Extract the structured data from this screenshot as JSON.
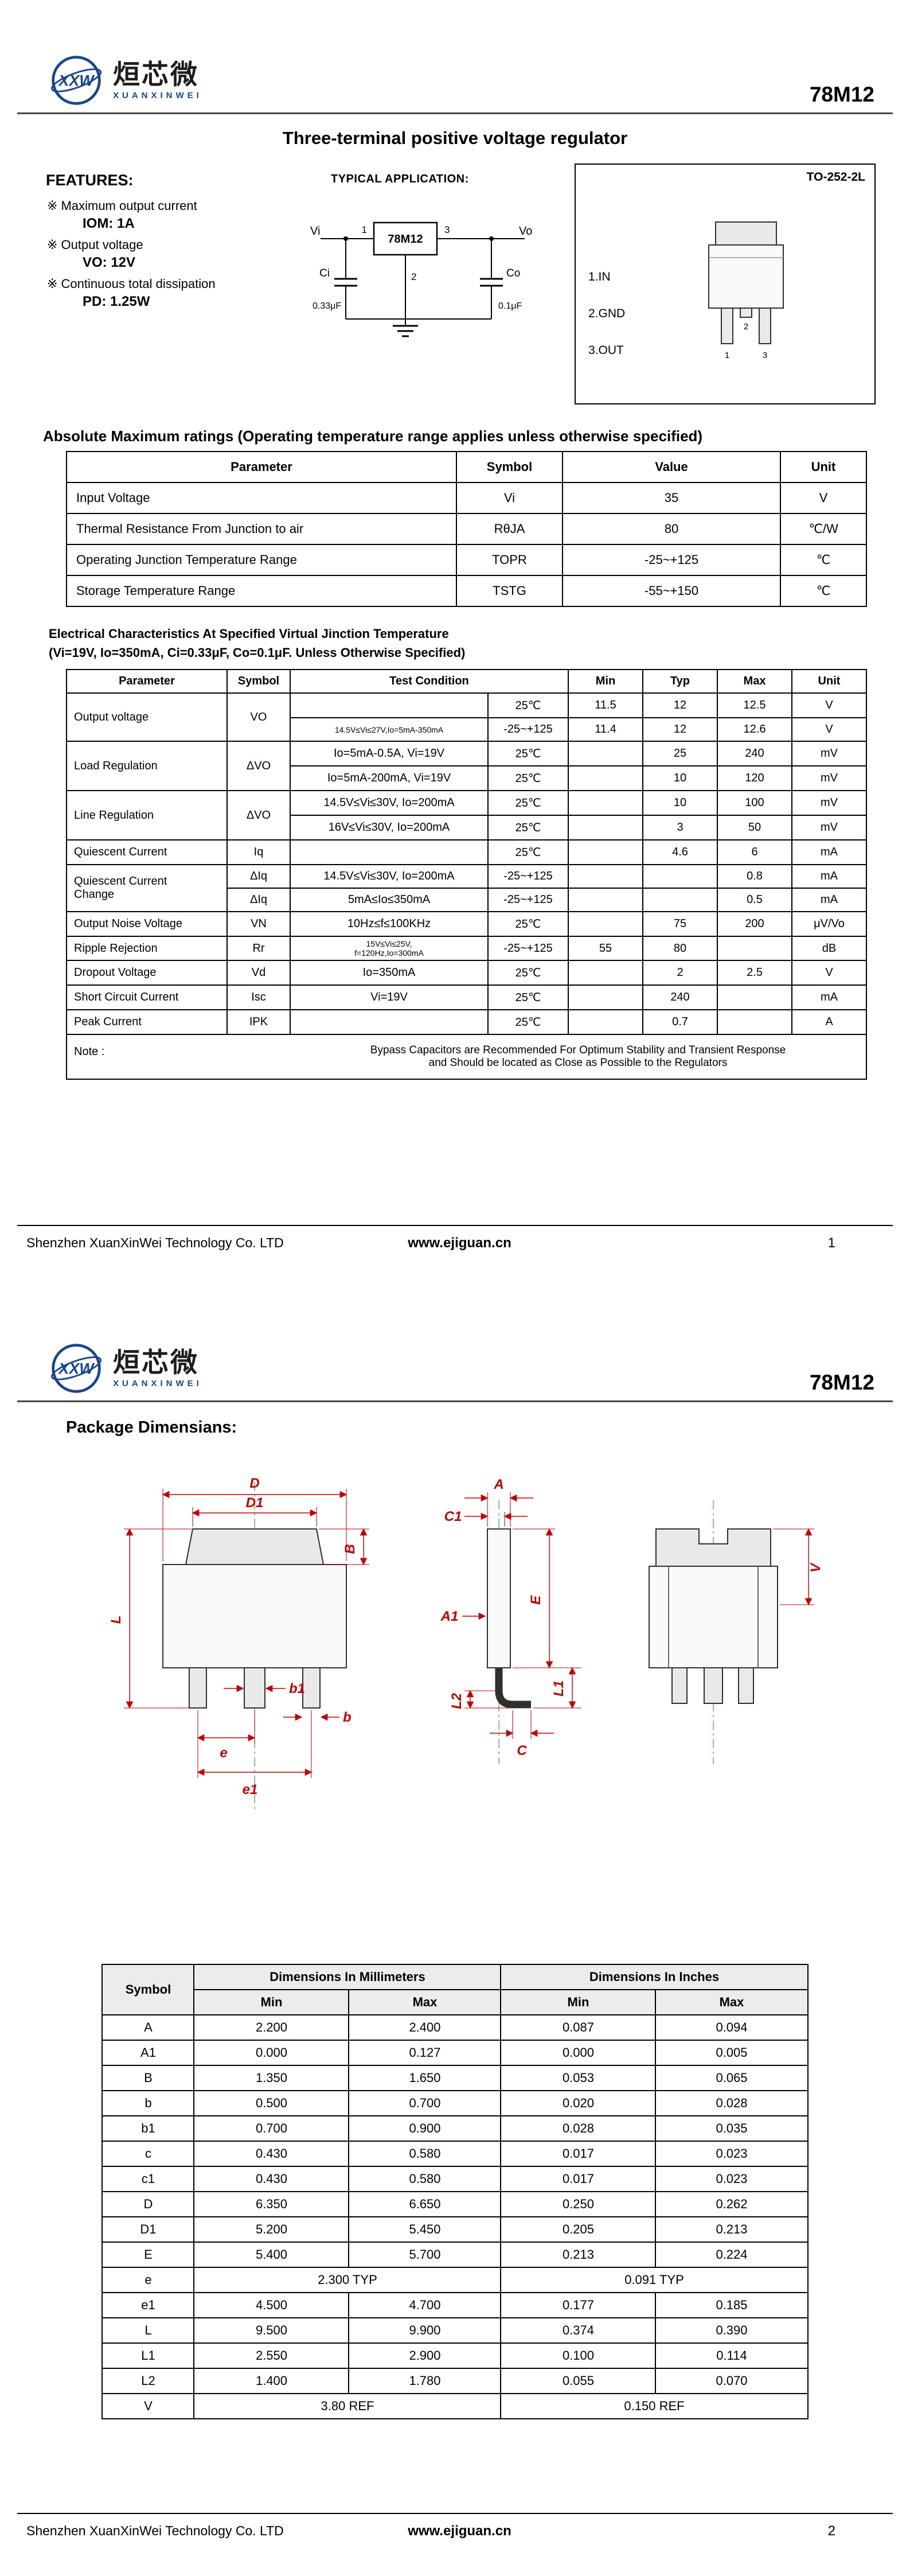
{
  "logo": {
    "monogram": "XXW",
    "brand": "烜芯微",
    "brand_sub": "XUANXINWEI"
  },
  "part_number": "78M12",
  "footer": {
    "company": "Shenzhen XuanXinWei Technology Co. LTD",
    "website": "www.ejiguan.cn"
  },
  "page1": {
    "page_no": "1",
    "title": "Three-terminal positive voltage regulator",
    "features": {
      "heading": "FEATURES:",
      "items": [
        {
          "text": "※ Maximum output current",
          "value": "IOM: 1A"
        },
        {
          "text": "※ Output voltage",
          "value": "VO: 12V"
        },
        {
          "text": "※ Continuous total dissipation",
          "value": "PD: 1.25W"
        }
      ]
    },
    "application": {
      "heading": "TYPICAL  APPLICATION:",
      "vi": "Vi",
      "vo": "Vo",
      "chip": "78M12",
      "pin1": "1",
      "pin2": "2",
      "pin3": "3",
      "ci": "Ci",
      "ci_val": "0.33μF",
      "co": "Co",
      "co_val": "0.1μF"
    },
    "package": {
      "name": "TO-252-2L",
      "pin1": "1.IN",
      "pin2": "2.GND",
      "pin3": "3.OUT",
      "lead1": "1",
      "lead2": "2",
      "lead3": "3"
    },
    "abs_max": {
      "heading": "Absolute Maximum ratings",
      "heading_note": "(Operating temperature range applies unless otherwise specified)",
      "table": {
        "head": [
          [
            "Parameter",
            "Symbol",
            "Value",
            "Unit"
          ]
        ],
        "rows": [
          [
            {
              "t": "Input  Voltage",
              "cls": "pl"
            },
            "Vi",
            "35",
            "V"
          ],
          [
            {
              "t": "Thermal Resistance From Junction to air",
              "cls": "pl"
            },
            "RθJA",
            "80",
            "℃/W"
          ],
          [
            {
              "t": "Operating Junction Temperature Range",
              "cls": "pl"
            },
            "TOPR",
            "-25~+125",
            "℃"
          ],
          [
            {
              "t": "Storage Temperature Range",
              "cls": "pl"
            },
            "TSTG",
            "-55~+150",
            "℃"
          ]
        ]
      }
    },
    "elec": {
      "heading1": "Electrical  Characteristics At Specified Virtual Jinction Temperature",
      "heading2": "(Vi=19V, Io=350mA, Ci=0.33μF, Co=0.1μF.  Unless Otherwise Specified)",
      "table": {
        "head": [
          [
            {
              "t": "Parameter"
            },
            {
              "t": "Symbol"
            },
            {
              "t": "Test Condition",
              "cs": 2
            },
            {
              "t": "Min"
            },
            {
              "t": "Typ"
            },
            {
              "t": "Max"
            },
            {
              "t": "Unit"
            }
          ]
        ],
        "rows": [
          [
            {
              "t": "Output voltage",
              "cls": "pl",
              "rs": 2
            },
            {
              "t": "VO",
              "rs": 2
            },
            {
              "t": ""
            },
            {
              "t": "25℃"
            },
            {
              "t": "11.5"
            },
            {
              "t": "12"
            },
            {
              "t": "12.5"
            },
            {
              "t": "V"
            }
          ],
          [
            {
              "t": "14.5V≤Vi≤27V,Io=5mA-350mA",
              "cls": "xs"
            },
            {
              "t": "-25~+125"
            },
            {
              "t": "11.4"
            },
            {
              "t": "12"
            },
            {
              "t": "12.6"
            },
            {
              "t": "V"
            }
          ],
          [
            {
              "t": "Load  Regulation",
              "cls": "pl",
              "rs": 2
            },
            {
              "t": "ΔVO",
              "rs": 2
            },
            {
              "t": "Io=5mA-0.5A, Vi=19V"
            },
            {
              "t": "25℃"
            },
            {
              "t": ""
            },
            {
              "t": "25"
            },
            {
              "t": "240"
            },
            {
              "t": "mV"
            }
          ],
          [
            {
              "t": "Io=5mA-200mA, Vi=19V"
            },
            {
              "t": "25℃"
            },
            {
              "t": ""
            },
            {
              "t": "10"
            },
            {
              "t": "120"
            },
            {
              "t": "mV"
            }
          ],
          [
            {
              "t": "Line  Regulation",
              "cls": "pl",
              "rs": 2
            },
            {
              "t": "ΔVO",
              "rs": 2
            },
            {
              "t": "14.5V≤Vi≤30V, Io=200mA"
            },
            {
              "t": "25℃"
            },
            {
              "t": ""
            },
            {
              "t": "10"
            },
            {
              "t": "100"
            },
            {
              "t": "mV"
            }
          ],
          [
            {
              "t": "16V≤Vi≤30V, Io=200mA"
            },
            {
              "t": "25℃"
            },
            {
              "t": ""
            },
            {
              "t": "3"
            },
            {
              "t": "50"
            },
            {
              "t": "mV"
            }
          ],
          [
            {
              "t": "Quiescent  Current",
              "cls": "pl"
            },
            {
              "t": "Iq"
            },
            {
              "t": ""
            },
            {
              "t": "25℃"
            },
            {
              "t": ""
            },
            {
              "t": "4.6"
            },
            {
              "t": "6"
            },
            {
              "t": "mA"
            }
          ],
          [
            {
              "t": "Quiescent  Current\nChange",
              "cls": "pl",
              "rs": 2
            },
            {
              "t": "ΔIq"
            },
            {
              "t": "14.5V≤Vi≤30V, Io=200mA"
            },
            {
              "t": "-25~+125"
            },
            {
              "t": ""
            },
            {
              "t": ""
            },
            {
              "t": "0.8"
            },
            {
              "t": "mA"
            }
          ],
          [
            {
              "t": "ΔIq"
            },
            {
              "t": "5mA≤Io≤350mA"
            },
            {
              "t": "-25~+125"
            },
            {
              "t": ""
            },
            {
              "t": ""
            },
            {
              "t": "0.5"
            },
            {
              "t": "mA"
            }
          ],
          [
            {
              "t": "Output  Noise  Voltage",
              "cls": "pl"
            },
            {
              "t": "VN"
            },
            {
              "t": "10Hz≤f≤100KHz"
            },
            {
              "t": "25℃"
            },
            {
              "t": ""
            },
            {
              "t": "75"
            },
            {
              "t": "200"
            },
            {
              "t": "μV/Vo"
            }
          ],
          [
            {
              "t": "Ripple Rejection",
              "cls": "pl"
            },
            {
              "t": "Rr"
            },
            {
              "t": "15V≤Vi≤25V,\nf=120Hz,Io=300mA",
              "cls": "xs"
            },
            {
              "t": "-25~+125"
            },
            {
              "t": "55"
            },
            {
              "t": "80"
            },
            {
              "t": ""
            },
            {
              "t": "dB"
            }
          ],
          [
            {
              "t": "Dropout  Voltage",
              "cls": "pl"
            },
            {
              "t": "Vd"
            },
            {
              "t": "Io=350mA"
            },
            {
              "t": "25℃"
            },
            {
              "t": ""
            },
            {
              "t": "2"
            },
            {
              "t": "2.5"
            },
            {
              "t": "V"
            }
          ],
          [
            {
              "t": "Short  Circuit  Current",
              "cls": "pl"
            },
            {
              "t": "Isc"
            },
            {
              "t": "Vi=19V"
            },
            {
              "t": "25℃"
            },
            {
              "t": ""
            },
            {
              "t": "240"
            },
            {
              "t": ""
            },
            {
              "t": "mA"
            }
          ],
          [
            {
              "t": "Peak  Current",
              "cls": "pl"
            },
            {
              "t": "IPK"
            },
            {
              "t": ""
            },
            {
              "t": "25℃"
            },
            {
              "t": ""
            },
            {
              "t": "0.7"
            },
            {
              "t": ""
            },
            {
              "t": "A"
            }
          ],
          [
            {
              "t": "Note :",
              "cls": "pl nbr",
              "cs": 2
            },
            {
              "t": "Bypass Capacitors are Recommended For Optimum Stability and Transient Response\nand Should be located as Close as Possible to the Regulators",
              "cls": "nbl",
              "cs": 6
            }
          ]
        ]
      }
    }
  },
  "page2": {
    "page_no": "2",
    "heading": "Package Dimensians:",
    "dims": {
      "D": "D",
      "D1": "D1",
      "A": "A",
      "C1": "C1",
      "B": "B",
      "A1": "A1",
      "E": "E",
      "b1": "b1",
      "L": "L",
      "L2": "L2",
      "L1": "L1",
      "b": "b",
      "e": "e",
      "e1": "e1",
      "C": "C",
      "V": "V"
    },
    "dim_table": {
      "head": [
        [
          {
            "t": "Symbol",
            "rs": 2
          },
          {
            "t": "Dimensions In Millimeters",
            "cs": 2
          },
          {
            "t": "Dimensions In Inches",
            "cs": 2
          }
        ],
        [
          "Min",
          "Max",
          "Min",
          "Max"
        ]
      ],
      "rows": [
        [
          "A",
          "2.200",
          "2.400",
          "0.087",
          "0.094"
        ],
        [
          "A1",
          "0.000",
          "0.127",
          "0.000",
          "0.005"
        ],
        [
          "B",
          "1.350",
          "1.650",
          "0.053",
          "0.065"
        ],
        [
          "b",
          "0.500",
          "0.700",
          "0.020",
          "0.028"
        ],
        [
          "b1",
          "0.700",
          "0.900",
          "0.028",
          "0.035"
        ],
        [
          "c",
          "0.430",
          "0.580",
          "0.017",
          "0.023"
        ],
        [
          "c1",
          "0.430",
          "0.580",
          "0.017",
          "0.023"
        ],
        [
          "D",
          "6.350",
          "6.650",
          "0.250",
          "0.262"
        ],
        [
          "D1",
          "5.200",
          "5.450",
          "0.205",
          "0.213"
        ],
        [
          "E",
          "5.400",
          "5.700",
          "0.213",
          "0.224"
        ],
        [
          "e",
          {
            "t": "2.300 TYP",
            "cs": 2
          },
          {
            "t": "0.091 TYP",
            "cs": 2
          }
        ],
        [
          "e1",
          "4.500",
          "4.700",
          "0.177",
          "0.185"
        ],
        [
          "L",
          "9.500",
          "9.900",
          "0.374",
          "0.390"
        ],
        [
          "L1",
          "2.550",
          "2.900",
          "0.100",
          "0.114"
        ],
        [
          "L2",
          "1.400",
          "1.780",
          "0.055",
          "0.070"
        ],
        [
          "V",
          {
            "t": "3.80 REF",
            "cs": 2
          },
          {
            "t": "0.150 REF",
            "cs": 2
          }
        ]
      ]
    }
  }
}
